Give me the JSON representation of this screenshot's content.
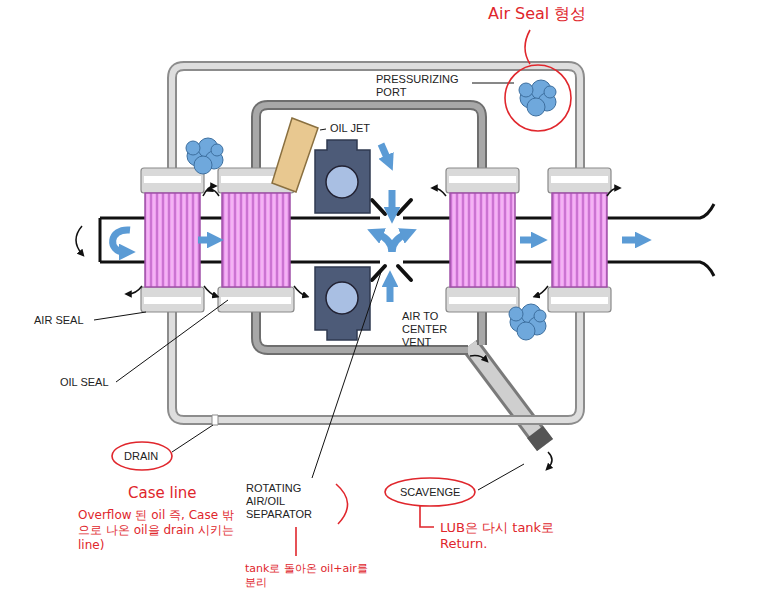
{
  "diagram": {
    "labels": [
      "Air Seal 형성",
      "PRESSURIZING PORT",
      "OIL JET",
      "AIR TO CENTER VENT",
      "AIR SEAL",
      "OIL SEAL",
      "DRAIN",
      "ROTATING AIR/OIL SEPARATOR",
      "SCAVENGE",
      "Case line",
      "Overflow 된 oil 즉, Case 밖으로 나온 oil을 drain 시키는 line)",
      "LUB은 다시 tank로 Return.",
      "tank로 돌아온 oil+air를 분리"
    ]
  }
}
